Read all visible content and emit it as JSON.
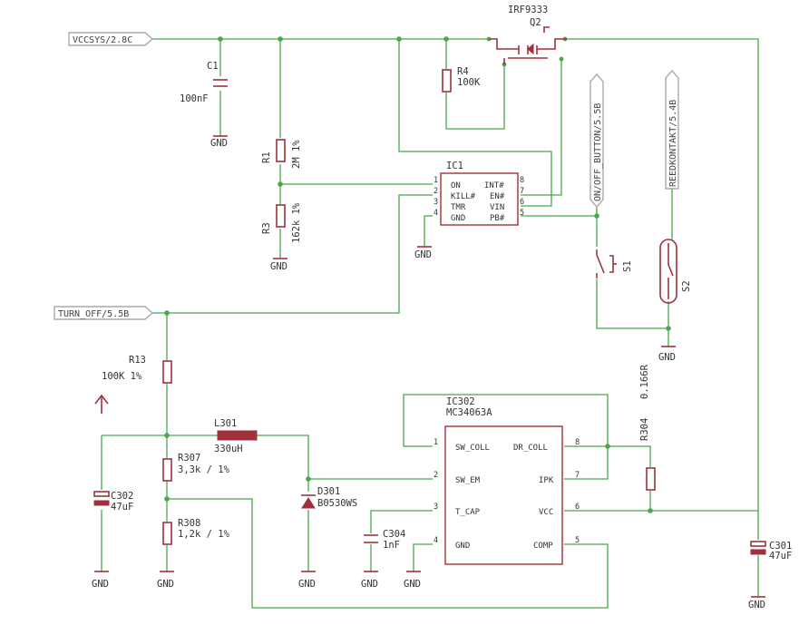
{
  "nets": {
    "vccsys": "VCCSYS/2.8C",
    "turn_off": "TURN_OFF/5.5B",
    "onoff_button": "ON/OFF_BUTTON/5.5B",
    "reedkontakt": "REEDKONTAKT/5.4B"
  },
  "parts": {
    "c1": {
      "name": "C1",
      "value": "100nF"
    },
    "r1": {
      "name": "R1",
      "value": "2M 1%"
    },
    "r3": {
      "name": "R3",
      "value": "162k 1%"
    },
    "r4": {
      "name": "R4",
      "value": "100K"
    },
    "q2": {
      "name": "Q2",
      "value": "IRF9333"
    },
    "ic1": {
      "name": "IC1",
      "pins_left": [
        "ON",
        "KILL#",
        "TMR",
        "GND"
      ],
      "pins_right": [
        "INT#",
        "EN#",
        "VIN",
        "PB#"
      ],
      "nums_left": [
        "1",
        "2",
        "3",
        "4"
      ],
      "nums_right": [
        "8",
        "7",
        "6",
        "5"
      ]
    },
    "s1": {
      "name": "S1"
    },
    "s2": {
      "name": "S2"
    },
    "r13": {
      "name": "R13",
      "value": "100K 1%"
    },
    "l301": {
      "name": "L301",
      "value": "330uH"
    },
    "r307": {
      "name": "R307",
      "value": "3,3k / 1%"
    },
    "r308": {
      "name": "R308",
      "value": "1,2k / 1%"
    },
    "d301": {
      "name": "D301",
      "value": "B0530WS"
    },
    "c302": {
      "name": "C302",
      "value": "47uF"
    },
    "c304": {
      "name": "C304",
      "value": "1nF"
    },
    "r304": {
      "name": "R304",
      "value": "0.166R"
    },
    "c301": {
      "name": "C301",
      "value": "47uF"
    },
    "ic302": {
      "name": "IC302",
      "value": "MC34063A",
      "pins_left": [
        "SW_COLL",
        "SW_EM",
        "T_CAP",
        "GND"
      ],
      "pins_right": [
        "DR_COLL",
        "IPK",
        "VCC",
        "COMP"
      ],
      "nums_left": [
        "1",
        "2",
        "3",
        "4"
      ],
      "nums_right": [
        "8",
        "7",
        "6",
        "5"
      ]
    }
  },
  "gnd_label": "GND"
}
